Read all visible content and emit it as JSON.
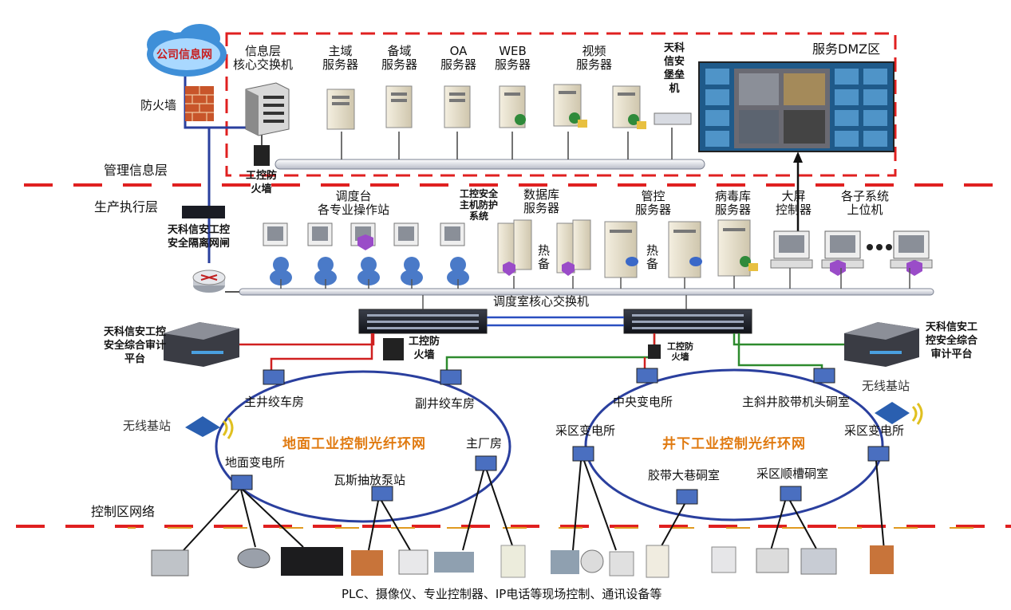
{
  "cloud": "公司信息网",
  "firewall": "防火墙",
  "core_switch_info": "信息层\n核心交换机",
  "servers": {
    "domain_main": "主域\n服务器",
    "domain_backup": "备域\n服务器",
    "oa": "OA\n服务器",
    "web": "WEB\n服务器",
    "video": "视频\n服务器"
  },
  "bastion": "天科\n信安\n堡垒\n机",
  "dmz": "服务DMZ区",
  "layers": {
    "management": "管理信息层",
    "production": "生产执行层",
    "control": "控制区网络"
  },
  "ics_firewall_top": "工控防\n火墙",
  "isolation_gateway": "天科信安工控\n安全隔离网闸",
  "dispatch": "调度台\n各专业操作站",
  "host_protection": "工控安全\n主机防护\n系统",
  "db_server": "数据库\n服务器",
  "hot_backup": "热\n备",
  "mgmt_server": "管控\n服务器",
  "virus_server": "病毒库\n服务器",
  "screen_controller": "大屏\n控制器",
  "subsystem_hosts": "各子系统\n上位机",
  "dispatch_core_switch": "调度室核心交换机",
  "audit_left": "天科信安工控\n安全综合审计\n平台",
  "audit_right": "天科信安工\n控安全综合\n审计平台",
  "ics_fw_left": "工控防\n火墙",
  "ics_fw_right": "工控防\n火墙",
  "surface_ring": {
    "title": "地面工业控制光纤环网",
    "nodes": {
      "main_shaft": "主井绞车房",
      "aux_shaft": "副井绞车房",
      "main_plant": "主厂房",
      "gas_pump": "瓦斯抽放泵站",
      "surface_sub": "地面变电所"
    }
  },
  "underground_ring": {
    "title": "井下工业控制光纤环网",
    "nodes": {
      "central_sub": "中央变电所",
      "main_incline": "主斜井胶带机头硐室",
      "mining_sub_left": "采区变电所",
      "belt_room": "胶带大巷硐室",
      "trough_room": "采区顺槽硐室",
      "mining_sub_right": "采区变电所"
    }
  },
  "wireless_left": "无线基站",
  "wireless_right": "无线基站",
  "footer": "PLC、摄像仪、专业控制器、IP电话等现场控制、通讯设备等",
  "colors": {
    "red_dash": "#e02020",
    "ring_blue": "#2a3f9e",
    "link_red": "#d02020",
    "link_green": "#2e8b2e",
    "link_blue": "#2a4fc0",
    "orange": "#e07a10"
  }
}
